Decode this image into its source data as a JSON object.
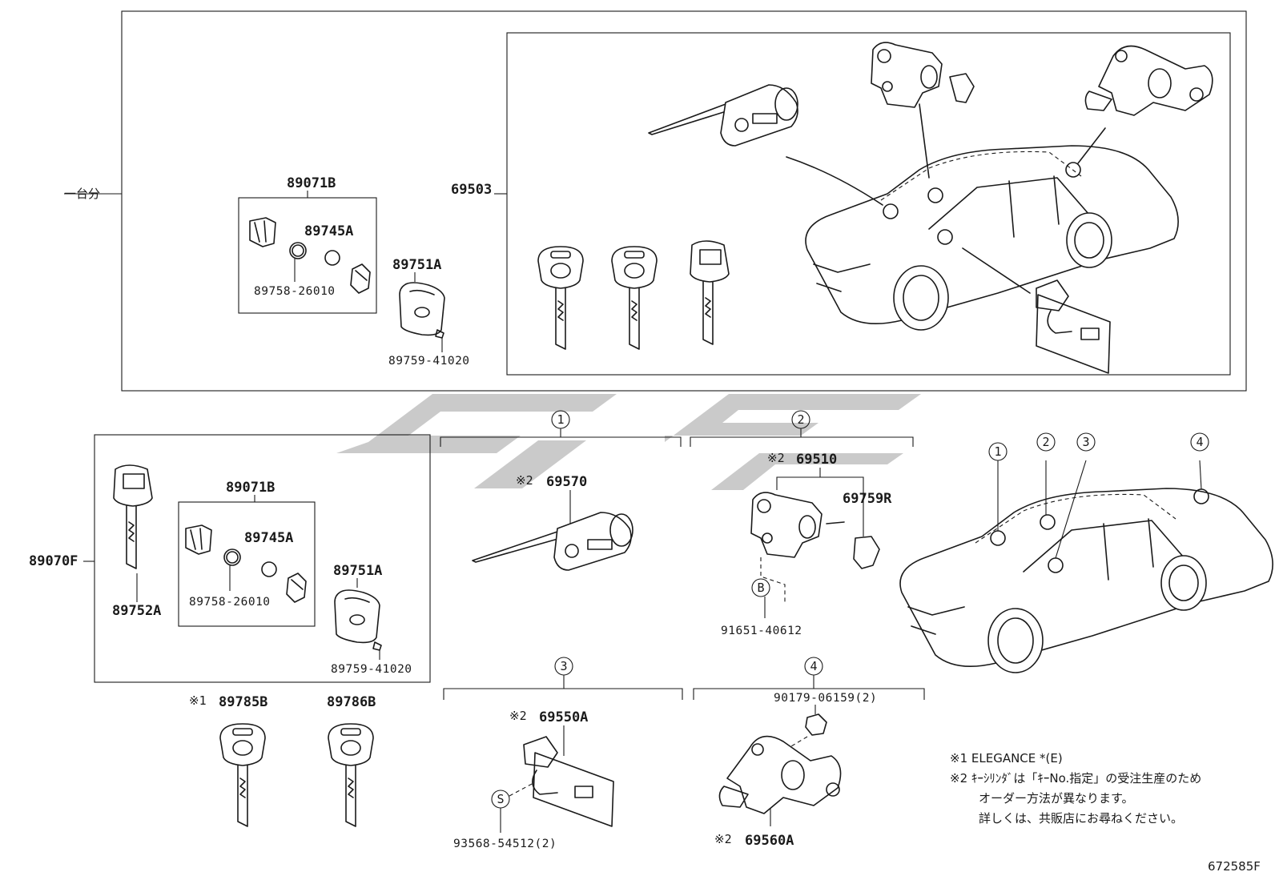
{
  "frame_top": {
    "label": "一台分",
    "part": "69503"
  },
  "top_kit": {
    "kit": "89071B",
    "items": [
      "89745A",
      "89758-26010"
    ],
    "transmitter": "89751A",
    "screw": "89759-41020"
  },
  "bottom_kit": {
    "key": "89070F",
    "blank_key": "89752A",
    "kit": "89071B",
    "items": [
      "89745A",
      "89758-26010"
    ],
    "transmitter": "89751A",
    "screw": "89759-41020"
  },
  "keys": [
    {
      "mark": "※1",
      "part": "89785B"
    },
    {
      "mark": "",
      "part": "89786B"
    }
  ],
  "groups": [
    {
      "num": "1",
      "parts": [
        {
          "mark": "※2",
          "part": "69570"
        }
      ]
    },
    {
      "num": "2",
      "parts": [
        {
          "mark": "※2",
          "part": "69510"
        },
        {
          "mark": "",
          "part": "69759R"
        },
        {
          "mark": "B",
          "part": "91651-40612"
        }
      ]
    },
    {
      "num": "3",
      "parts": [
        {
          "mark": "※2",
          "part": "69550A"
        },
        {
          "mark": "S",
          "part": "93568-54512(2)"
        }
      ]
    },
    {
      "num": "4",
      "parts": [
        {
          "mark": "",
          "part": "90179-06159(2)"
        },
        {
          "mark": "※2",
          "part": "69560A"
        }
      ]
    }
  ],
  "car_markers": [
    "1",
    "2",
    "3",
    "4"
  ],
  "notes": [
    "※1 ELEGANCE *(E)",
    "※2 ｷｰｼﾘﾝﾀﾞは「ｷｰNo.指定」の受注生産のため",
    "オーダー方法が異なります。",
    "詳しくは、共販店にお尋ねください。"
  ],
  "diagram_id": "672585F",
  "colors": {
    "line": "#1a1a1a",
    "watermark": "#bdbdbd",
    "background": "#ffffff"
  }
}
